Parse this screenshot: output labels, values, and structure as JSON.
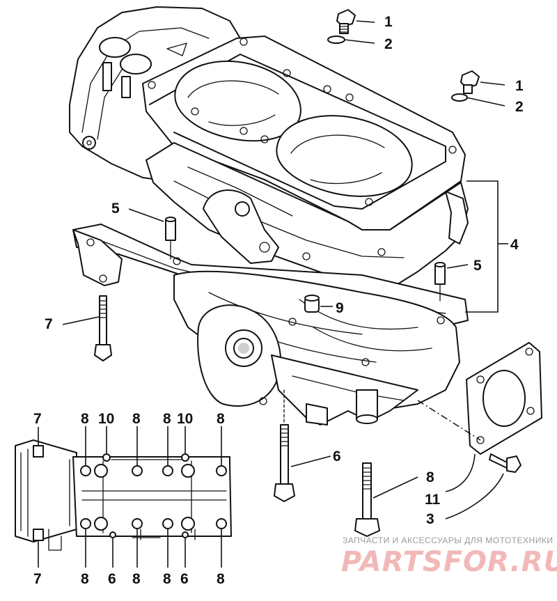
{
  "callouts": {
    "c1a": "1",
    "c2a": "2",
    "c1b": "1",
    "c2b": "2",
    "c4": "4",
    "c5a": "5",
    "c5b": "5",
    "c9": "9",
    "c7": "7",
    "c6": "6",
    "c8": "8",
    "c11": "11",
    "c3": "3"
  },
  "detail_top": [
    "7",
    "8",
    "10",
    "8",
    "8",
    "10",
    "8"
  ],
  "detail_bottom": [
    "7",
    "8",
    "6",
    "8",
    "8",
    "6",
    "8"
  ],
  "watermark": {
    "tagline": "ЗАПЧАСТИ И АКСЕССУАРЫ ДЛЯ МОТОТЕХНИКИ",
    "brand": "PARTSFOR.RU",
    "brand_color": "#f2b8b8"
  }
}
